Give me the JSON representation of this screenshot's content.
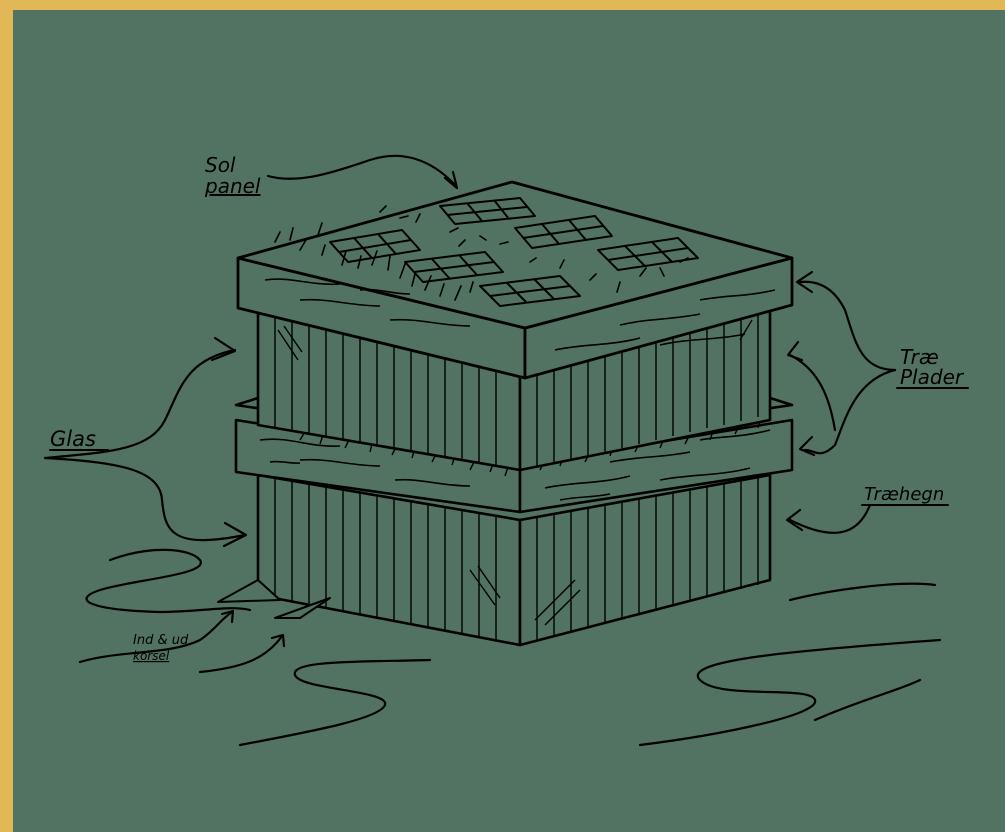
{
  "colors": {
    "frame": "#e2b755",
    "board": "#527362",
    "ink": "#000000"
  },
  "labels": {
    "sol_panel_line1": "Sol",
    "sol_panel_line2": "panel",
    "glas": "Glas",
    "trae_plader_line1": "Træ",
    "trae_plader_line2": "Plader",
    "traehegn": "Træhegn",
    "ind_ud_line1": "Ind & ud",
    "ind_ud_line2": "korsel"
  }
}
